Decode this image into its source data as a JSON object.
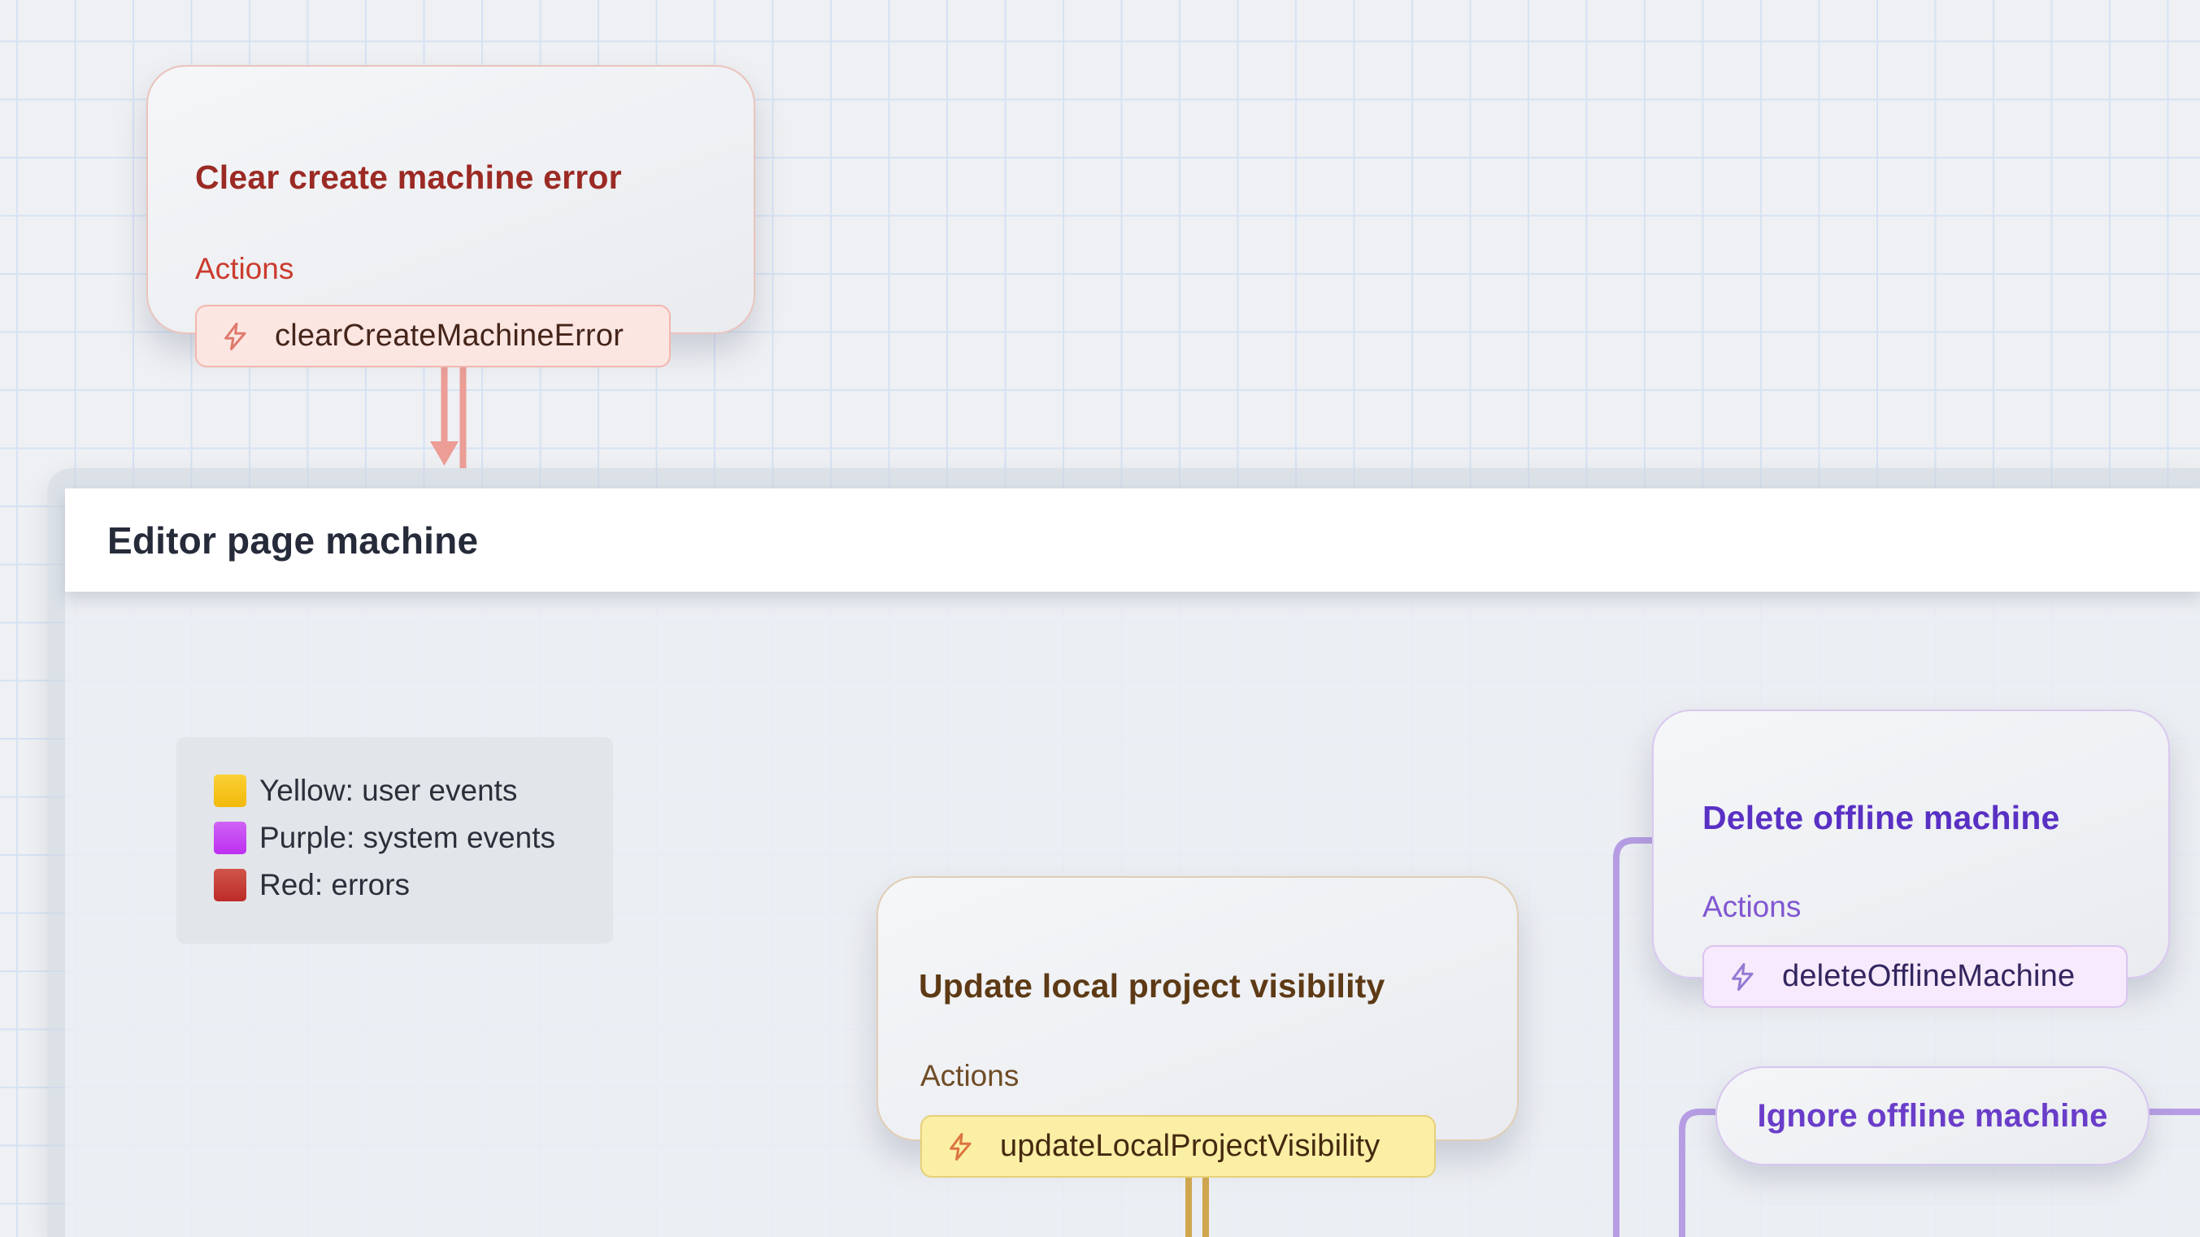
{
  "machine": {
    "title": "Editor page machine"
  },
  "legend": {
    "items": [
      {
        "label": "Yellow: user events",
        "color": "#f2b90a"
      },
      {
        "label": "Purple: system events",
        "color": "#bd2ff0"
      },
      {
        "label": "Red: errors",
        "color": "#bd2b28"
      }
    ]
  },
  "nodes": [
    {
      "id": "clear-create-machine-error",
      "title": "Clear create machine error",
      "section_label": "Actions",
      "action": "clearCreateMachineError",
      "theme": "red",
      "accent_color": "#cb3b2e"
    },
    {
      "id": "update-local-project-visibility",
      "title": "Update local project visibility",
      "section_label": "Actions",
      "action": "updateLocalProjectVisibility",
      "theme": "yellow",
      "accent_color": "#b78a2f"
    },
    {
      "id": "delete-offline-machine",
      "title": "Delete offline machine",
      "section_label": "Actions",
      "action": "deleteOfflineMachine",
      "theme": "purple",
      "accent_color": "#5930c4"
    },
    {
      "id": "ignore-offline-machine",
      "title": "Ignore offline machine",
      "theme": "purple",
      "accent_color": "#6a3dc9"
    }
  ],
  "edges": {
    "error_color": "#eb9d96",
    "user_event_color": "#d0a64e",
    "system_event_color": "#b69de3"
  },
  "icons": {
    "action_icon": "lightning-bolt"
  }
}
